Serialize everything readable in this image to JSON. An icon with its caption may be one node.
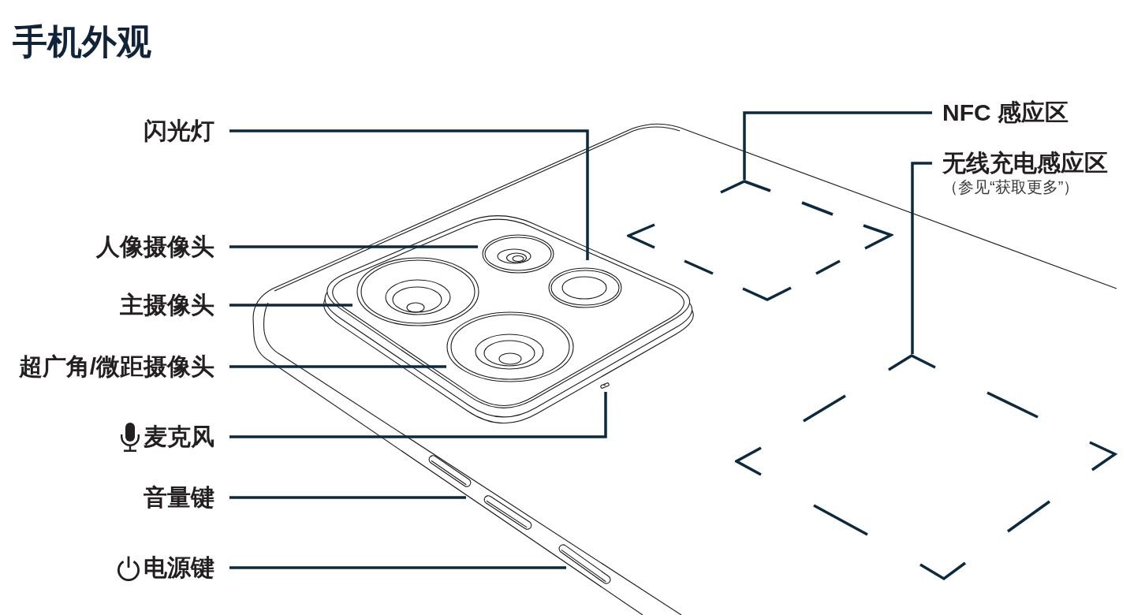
{
  "diagram": {
    "title": "手机外观",
    "nodes": [
      {
        "text": [
          "闪光灯"
        ]
      },
      {
        "text": [
          "人像摄像头"
        ]
      },
      {
        "text": [
          "主摄像头"
        ]
      },
      {
        "text": [
          "超广角/微距摄像头"
        ]
      },
      {
        "text": [
          "麦克风"
        ]
      },
      {
        "text": [
          "音量键"
        ]
      },
      {
        "text": [
          "电源键"
        ]
      },
      {
        "text": [
          "NFC 感应区"
        ]
      },
      {
        "text": [
          "无线充电感应区",
          "（参见“获取更多”）"
        ]
      },
      {
        "text": [],
        "shape": "diamond"
      },
      {
        "text": [],
        "shape": "diamond"
      }
    ],
    "edges": [
      {
        "from": 0,
        "to": null,
        "arrow": "none"
      },
      {
        "from": 1,
        "to": null,
        "arrow": "none"
      },
      {
        "from": 2,
        "to": null,
        "arrow": "none"
      },
      {
        "from": 3,
        "to": null,
        "arrow": "none"
      },
      {
        "from": 4,
        "to": null,
        "arrow": "none"
      },
      {
        "from": 5,
        "to": null,
        "arrow": "none"
      },
      {
        "from": 6,
        "to": null,
        "arrow": "none"
      },
      {
        "from": 7,
        "to": 9,
        "arrow": "none"
      },
      {
        "from": 8,
        "to": 10,
        "arrow": "none"
      }
    ]
  }
}
